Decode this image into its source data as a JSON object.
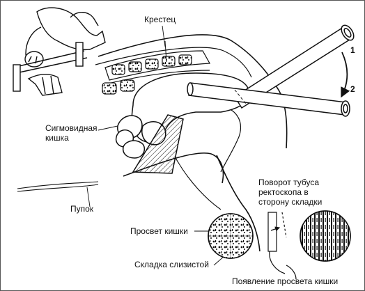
{
  "labels": {
    "sacrum": "Крестец",
    "sigmoid": "Сигмовидная\nкишка",
    "navel": "Пупок",
    "rotation": "Поворот тубуса\nректоскопа в\nсторону складки",
    "lumen": "Просвет кишки",
    "fold": "Складка слизистой",
    "lumen_appearance": "Появление просвета кишки"
  },
  "position_marks": [
    "1",
    "2"
  ],
  "colors": {
    "line": "#111111",
    "background": "#ffffff"
  }
}
